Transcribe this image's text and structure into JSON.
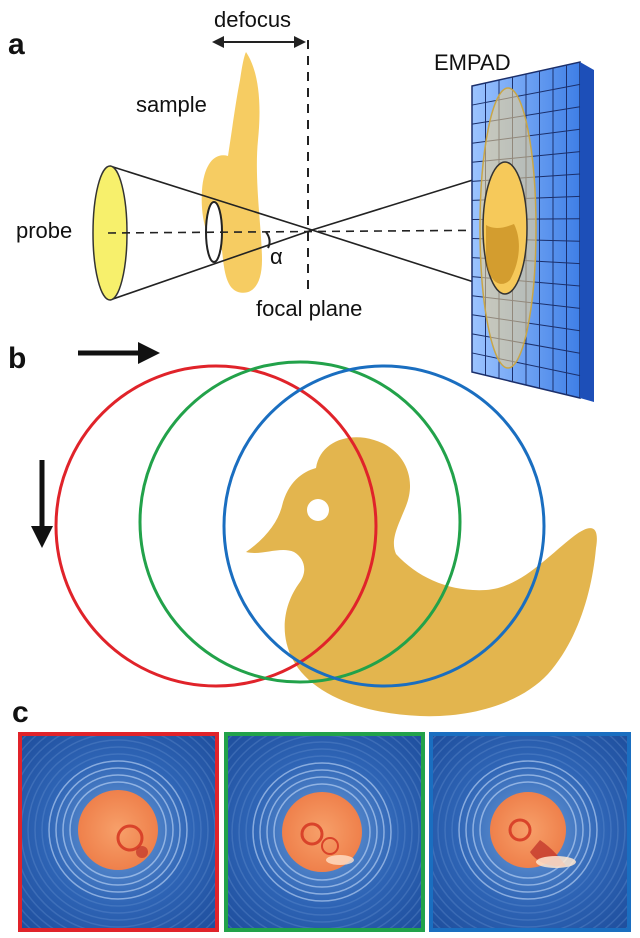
{
  "panels": {
    "a": {
      "label": "a",
      "texts": {
        "defocus": "defocus",
        "sample": "sample",
        "empad": "EMPAD",
        "probe": "probe",
        "focal_plane": "focal plane",
        "alpha": "α"
      }
    },
    "b": {
      "label": "b",
      "circle_colors": [
        "#e0232a",
        "#22a24a",
        "#1a6ec0"
      ]
    },
    "c": {
      "label": "c",
      "frame_colors": [
        "#e0232a",
        "#22a24a",
        "#1a6ec0"
      ]
    }
  },
  "colors": {
    "sample": "#f6c95a",
    "probe": "#f7f06c",
    "duck": "#e3b54e",
    "detector": "#5b97ee",
    "diffraction_bg": "#2a5fb0",
    "disc": "#f08a55"
  }
}
